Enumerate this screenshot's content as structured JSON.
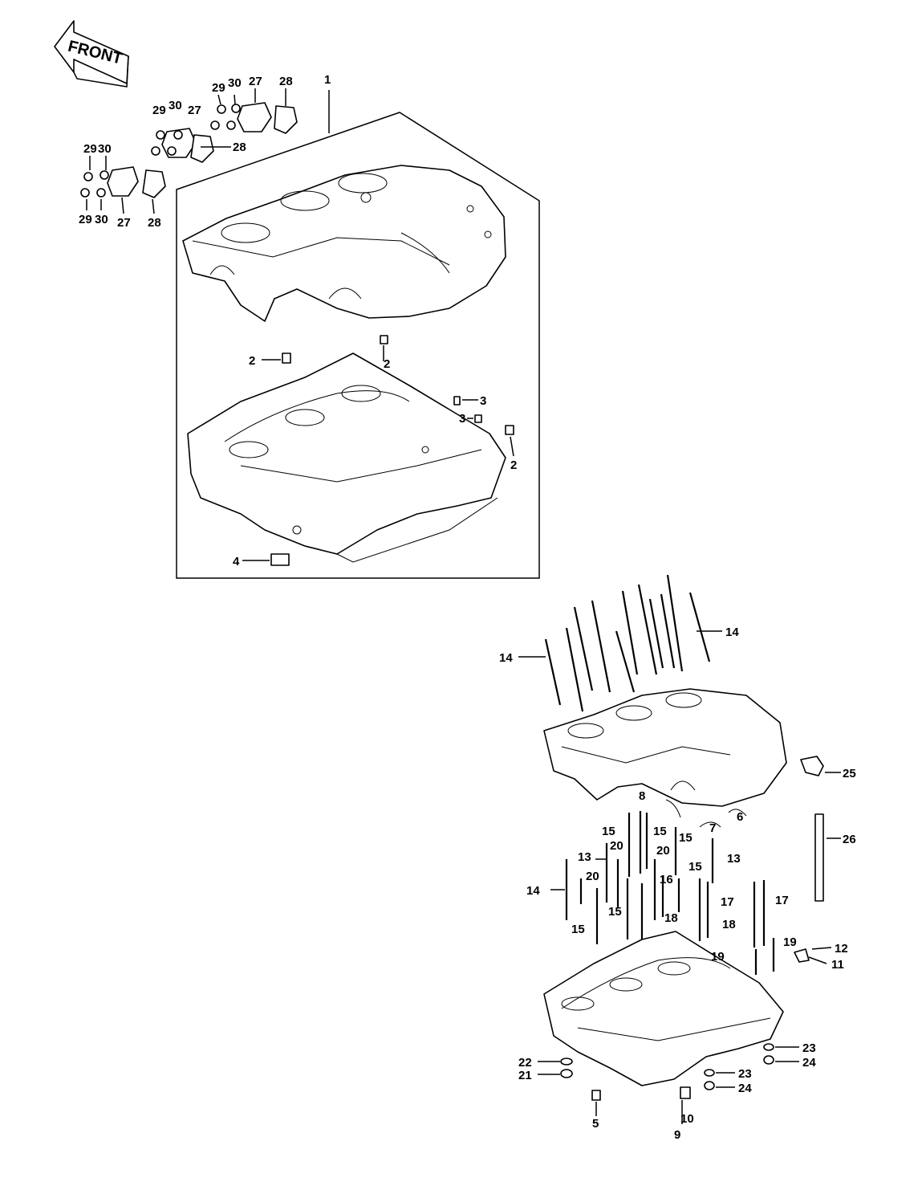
{
  "front_arrow": {
    "label": "FRONT"
  },
  "labels": {
    "frame": "1",
    "dowel_a": "2",
    "dowel_b": "2",
    "dowel_c": "2",
    "pin_a": "3",
    "pin_b": "3",
    "bushing": "4",
    "drain_plug": "5",
    "ring_a": "6",
    "ring_b": "7",
    "ring_c": "8",
    "bolt_9": "9",
    "washer_10": "10",
    "bracket_11": "11",
    "screw_12": "12",
    "stud_13a": "13",
    "stud_13b": "13",
    "stud_14a": "14",
    "stud_14b": "14",
    "stud_14c": "14",
    "stud_15a": "15",
    "stud_15b": "15",
    "stud_15c": "15",
    "stud_15d": "15",
    "stud_15e": "15",
    "stud_15f": "15",
    "stud_16": "16",
    "stud_17a": "17",
    "stud_17b": "17",
    "stud_18a": "18",
    "stud_18b": "18",
    "stud_19a": "19",
    "stud_19b": "19",
    "stud_20a": "20",
    "stud_20b": "20",
    "stud_20c": "20",
    "nut_21": "21",
    "washer_22": "22",
    "washer_23a": "23",
    "washer_23b": "23",
    "nut_24a": "24",
    "nut_24b": "24",
    "fitting_25": "25",
    "tube_26": "26",
    "cover_27a": "27",
    "cover_27b": "27",
    "cover_27c": "27",
    "gasket_28a": "28",
    "gasket_28b": "28",
    "gasket_28c": "28",
    "bolt_29a": "29",
    "bolt_29b": "29",
    "bolt_29c": "29",
    "bolt_29d": "29",
    "washer_30a": "30",
    "washer_30b": "30",
    "washer_30c": "30",
    "washer_30d": "30"
  }
}
